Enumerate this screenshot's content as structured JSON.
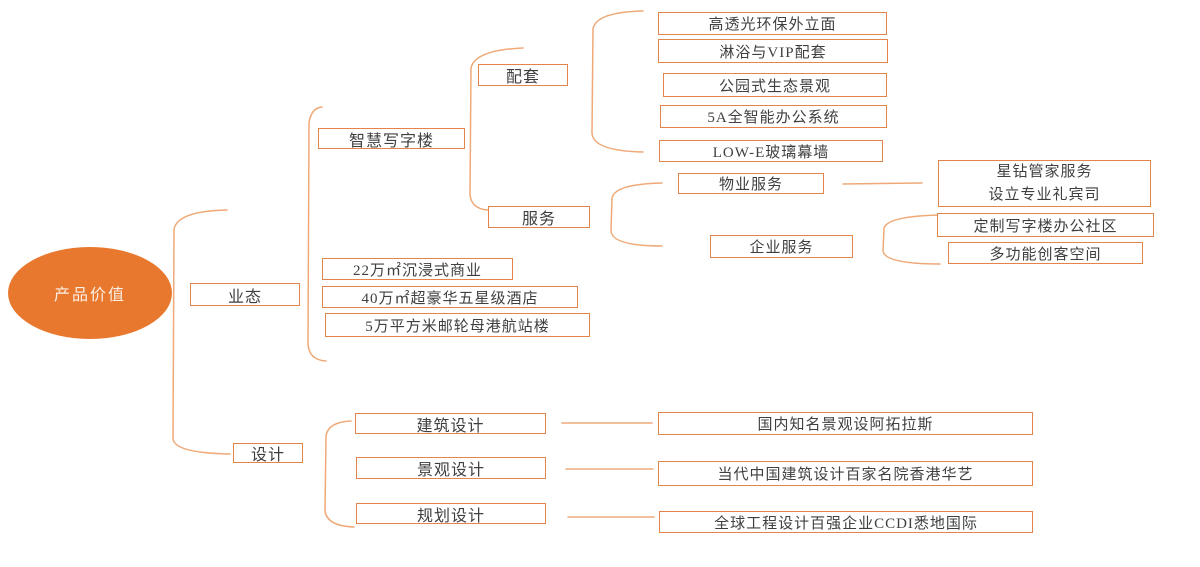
{
  "colors": {
    "root_fill": "#E8782E",
    "box_border": "#E2854B",
    "connector": "#EFA978",
    "text": "#3F3F3F",
    "root_text": "#FBEFE4"
  },
  "root": {
    "label": "产品价值"
  },
  "yetai": {
    "label": "业态",
    "zhihui": {
      "label": "智慧写字楼",
      "peitao": {
        "label": "配套",
        "items": [
          "高透光环保外立面",
          "淋浴与VIP配套",
          "公园式生态景观",
          "5A全智能办公系统",
          "LOW-E玻璃幕墙"
        ]
      },
      "fuwu": {
        "label": "服务",
        "wuye": {
          "label": "物业服务",
          "detail": {
            "line1": "星钻管家服务",
            "line2": "设立专业礼宾司"
          }
        },
        "qiye": {
          "label": "企业服务",
          "items": [
            "定制写字楼办公社区",
            "多功能创客空间"
          ]
        }
      }
    },
    "formats": [
      "22万㎡沉浸式商业",
      "40万㎡超豪华五星级酒店",
      "5万平方米邮轮母港航站楼"
    ]
  },
  "sheji": {
    "label": "设计",
    "rows": [
      {
        "label": "建筑设计",
        "value": "国内知名景观设阿拓拉斯"
      },
      {
        "label": "景观设计",
        "value": "当代中国建筑设计百家名院香港华艺"
      },
      {
        "label": "规划设计",
        "value": "全球工程设计百强企业CCDI悉地国际"
      }
    ]
  }
}
